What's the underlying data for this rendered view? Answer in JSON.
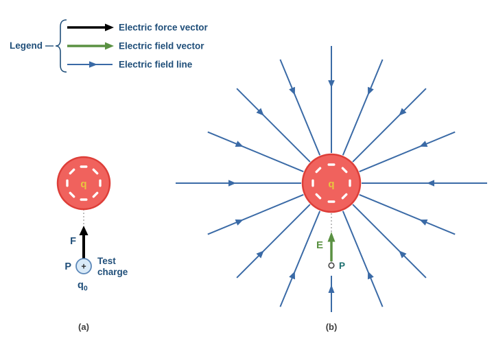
{
  "legend": {
    "title": "Legend",
    "items": [
      {
        "label": "Electric force vector",
        "kind": "force-arrow"
      },
      {
        "label": "Electric field vector",
        "kind": "field-vector-arrow"
      },
      {
        "label": "Electric field line",
        "kind": "field-line"
      }
    ]
  },
  "panel_a": {
    "caption": "(a)",
    "charge": "q",
    "force": "F",
    "point": "P",
    "test_charge_sign": "+",
    "test_charge_line1": "Test",
    "test_charge_line2": "charge",
    "test_charge_symbol": "q",
    "test_charge_subscript": "0"
  },
  "panel_b": {
    "caption": "(b)",
    "charge": "q",
    "field": "E",
    "point": "P"
  },
  "colors": {
    "text": "#1F4E79",
    "field_line": "#3A6AA6",
    "force_arrow": "#000000",
    "field_vector": "#5A9142",
    "charge_fill": "#F0625D",
    "charge_stroke": "#DD3E38",
    "charge_label": "#E8C63F",
    "minus_sign": "#FFFFFF",
    "test_charge_fill": "#D9EAF8",
    "test_charge_stroke": "#5B87B8",
    "dotted_line": "#9a9a9a",
    "caption": "#3d3d3d",
    "point_b_label": "#1d6f6f"
  }
}
